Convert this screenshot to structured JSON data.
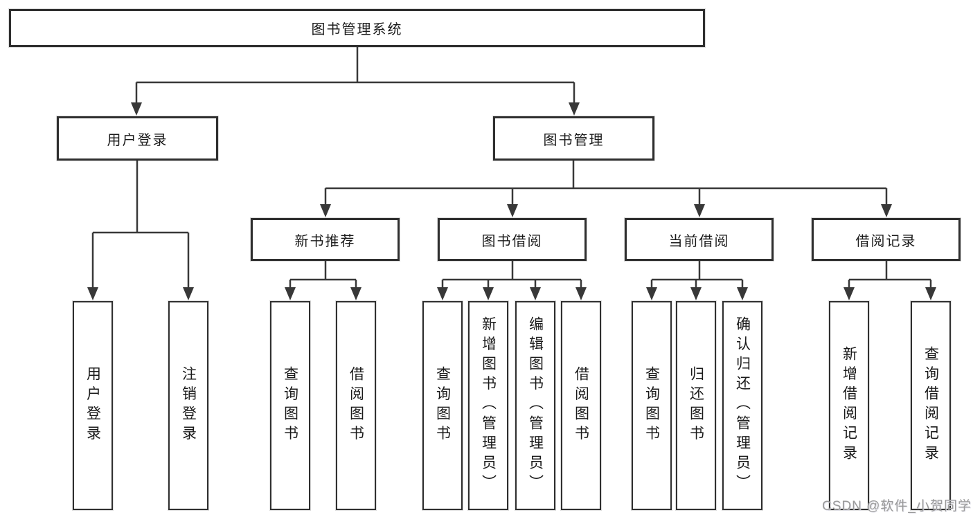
{
  "tree": {
    "label": "图书管理系统",
    "children": [
      {
        "label": "用户登录",
        "children": [
          {
            "label": "用户登录"
          },
          {
            "label": "注销登录"
          }
        ]
      },
      {
        "label": "图书管理",
        "children": [
          {
            "label": "新书推荐",
            "children": [
              {
                "label": "查询图书"
              },
              {
                "label": "借阅图书"
              }
            ]
          },
          {
            "label": "图书借阅",
            "children": [
              {
                "label": "查询图书"
              },
              {
                "label": "新增图书（管理员）"
              },
              {
                "label": "编辑图书（管理员）"
              },
              {
                "label": "借阅图书"
              }
            ]
          },
          {
            "label": "当前借阅",
            "children": [
              {
                "label": "查询图书"
              },
              {
                "label": "归还图书"
              },
              {
                "label": "确认归还（管理员）"
              }
            ]
          },
          {
            "label": "借阅记录",
            "children": [
              {
                "label": "新增借阅记录"
              },
              {
                "label": "查询借阅记录"
              }
            ]
          }
        ]
      }
    ]
  },
  "watermark": {
    "text": "CSDN @软件_小贺同学"
  },
  "colors": {
    "line": "#383838",
    "box_border": "#2f2f2f",
    "text": "#1a1a1a",
    "background": "#ffffff",
    "watermark": "#9a9a9a"
  }
}
